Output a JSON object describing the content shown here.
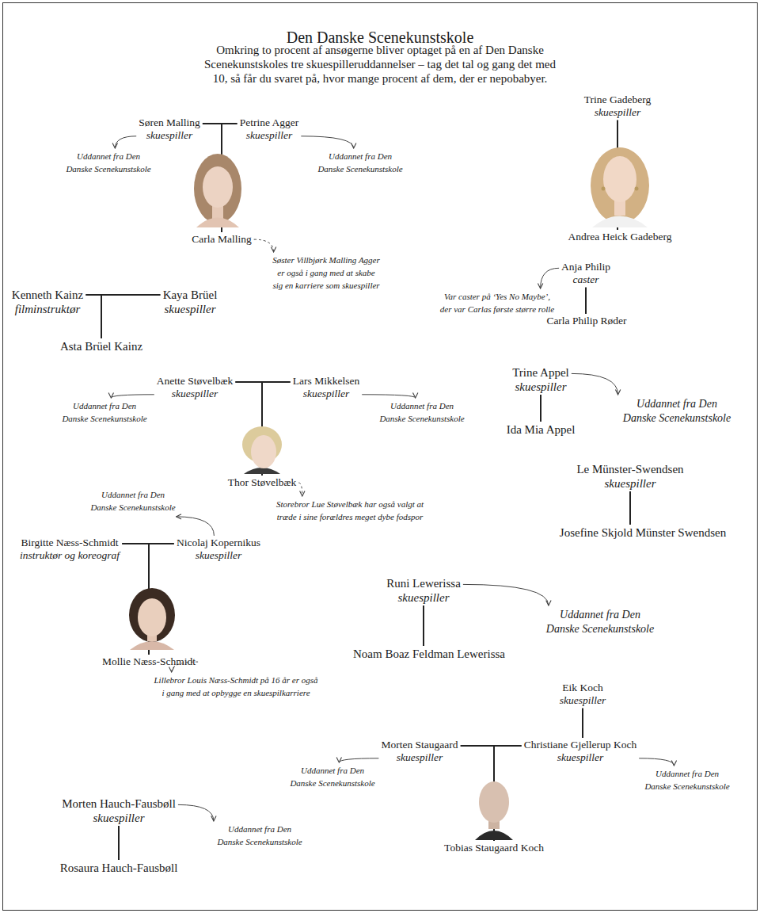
{
  "diagram": {
    "title": "Den Danske Scenekunstskole",
    "caption": "Omkring to procent af ansøgerne bliver optaget på en af Den Danske Scenekunstskoles tre skuespilleruddannelser – tag det tal og gang det med 10, så får du svaret på, hvor mange procent af dem, der er nepobabyer.",
    "nodes": [
      {
        "text": [
          "Søren Malling",
          "skuespiller"
        ]
      },
      {
        "text": [
          "Petrine Agger",
          "skuespiller"
        ]
      },
      {
        "text": [
          "Uddannet fra Den Danske Scenekunstskole"
        ]
      },
      {
        "text": [
          "Uddannet fra Den Danske Scenekunstskole"
        ]
      },
      {
        "text": [
          "Trine Gadeberg",
          "skuespiller"
        ]
      },
      {
        "text": [
          "Carla Malling"
        ]
      },
      {
        "text": [
          "Søster Villbjørk Malling Agger er også i gang med at skabe sig en karriere som skuespiller"
        ]
      },
      {
        "text": [
          "Andrea Heick Gadeberg"
        ]
      },
      {
        "text": [
          "Kenneth Kainz",
          "filminstruktør"
        ]
      },
      {
        "text": [
          "Kaya Brüel",
          "skuespiller"
        ]
      },
      {
        "text": [
          "Anja Philip",
          "caster"
        ]
      },
      {
        "text": [
          "Var caster på ‘Yes No Maybe’, der var Carlas første større rolle"
        ]
      },
      {
        "text": [
          "Asta Brüel Kainz"
        ]
      },
      {
        "text": [
          "Carla Philip Røder"
        ]
      },
      {
        "text": [
          "Anette Støvelbæk",
          "skuespiller"
        ]
      },
      {
        "text": [
          "Lars Mikkelsen",
          "skuespiller"
        ]
      },
      {
        "text": [
          "Uddannet fra Den Danske Scenekunstskole"
        ]
      },
      {
        "text": [
          "Uddannet fra Den Danske Scenekunstskole"
        ]
      },
      {
        "text": [
          "Trine Appel",
          "skuespiller"
        ]
      },
      {
        "text": [
          "Uddannet fra Den Danske Scenekunstskole"
        ]
      },
      {
        "text": [
          "Ida Mia Appel"
        ]
      },
      {
        "text": [
          "Thor Støvelbæk"
        ]
      },
      {
        "text": [
          "Storebror Lue Støvelbæk har også valgt at træde i sine forældres meget dybe fodspor"
        ]
      },
      {
        "text": [
          "Le Münster-Swendsen",
          "skuespiller"
        ]
      },
      {
        "text": [
          "Uddannet fra Den Danske Scenekunstskole"
        ]
      },
      {
        "text": [
          "Josefine Skjold Münster Swendsen"
        ]
      },
      {
        "text": [
          "Birgitte Næss-Schmidt",
          "instruktør og koreograf"
        ]
      },
      {
        "text": [
          "Nicolaj Kopernikus",
          "skuespiller"
        ]
      },
      {
        "text": [
          "Runi Lewerissa",
          "skuespiller"
        ]
      },
      {
        "text": [
          "Uddannet fra Den Danske Scenekunstskole"
        ]
      },
      {
        "text": [
          "Noam Boaz Feldman Lewerissa"
        ]
      },
      {
        "text": [
          "Mollie Næss-Schmidt"
        ]
      },
      {
        "text": [
          "Lillebror Louis Næss-Schmidt på 16 år er også i gang med at opbygge en skuespilkarriere"
        ]
      },
      {
        "text": [
          "Eik Koch",
          "skuespiller"
        ]
      },
      {
        "text": [
          "Morten Staugaard",
          "skuespiller"
        ]
      },
      {
        "text": [
          "Christiane Gjellerup Koch",
          "skuespiller"
        ]
      },
      {
        "text": [
          "Uddannet fra Den Danske Scenekunstskole"
        ]
      },
      {
        "text": [
          "Uddannet fra Den Danske Scenekunstskole"
        ]
      },
      {
        "text": [
          "Morten Hauch-Fausbøll",
          "skuespiller"
        ]
      },
      {
        "text": [
          "Uddannet fra Den Danske Scenekunstskole"
        ]
      },
      {
        "text": [
          "Tobias Staugaard Koch"
        ]
      },
      {
        "text": [
          "Rosaura Hauch-Fausbøll"
        ]
      }
    ],
    "edges": [
      {
        "from": 0,
        "to": 5,
        "arrow": "none"
      },
      {
        "from": 1,
        "to": 5,
        "arrow": "none"
      },
      {
        "from": 0,
        "to": 2,
        "arrow": "to"
      },
      {
        "from": 1,
        "to": 3,
        "arrow": "to"
      },
      {
        "from": 4,
        "to": 7,
        "arrow": "none"
      },
      {
        "from": 5,
        "to": 6,
        "arrow": "to"
      },
      {
        "from": 8,
        "to": 12,
        "arrow": "none"
      },
      {
        "from": 9,
        "to": 12,
        "arrow": "none"
      },
      {
        "from": 10,
        "to": 11,
        "arrow": "to"
      },
      {
        "from": 10,
        "to": 13,
        "arrow": "none"
      },
      {
        "from": 14,
        "to": 21,
        "arrow": "none"
      },
      {
        "from": 15,
        "to": 21,
        "arrow": "none"
      },
      {
        "from": 14,
        "to": 16,
        "arrow": "to"
      },
      {
        "from": 15,
        "to": 17,
        "arrow": "to"
      },
      {
        "from": 18,
        "to": 20,
        "arrow": "none"
      },
      {
        "from": 18,
        "to": 19,
        "arrow": "to"
      },
      {
        "from": 21,
        "to": 22,
        "arrow": "to"
      },
      {
        "from": 23,
        "to": 25,
        "arrow": "none"
      },
      {
        "from": 27,
        "to": 24,
        "arrow": "to"
      },
      {
        "from": 26,
        "to": 31,
        "arrow": "none"
      },
      {
        "from": 27,
        "to": 31,
        "arrow": "none"
      },
      {
        "from": 28,
        "to": 30,
        "arrow": "none"
      },
      {
        "from": 28,
        "to": 29,
        "arrow": "to"
      },
      {
        "from": 31,
        "to": 32,
        "arrow": "to"
      },
      {
        "from": 33,
        "to": 35,
        "arrow": "none"
      },
      {
        "from": 34,
        "to": 40,
        "arrow": "none"
      },
      {
        "from": 35,
        "to": 40,
        "arrow": "none"
      },
      {
        "from": 34,
        "to": 36,
        "arrow": "to"
      },
      {
        "from": 35,
        "to": 37,
        "arrow": "to"
      },
      {
        "from": 38,
        "to": 41,
        "arrow": "none"
      },
      {
        "from": 38,
        "to": 39,
        "arrow": "to"
      }
    ]
  }
}
